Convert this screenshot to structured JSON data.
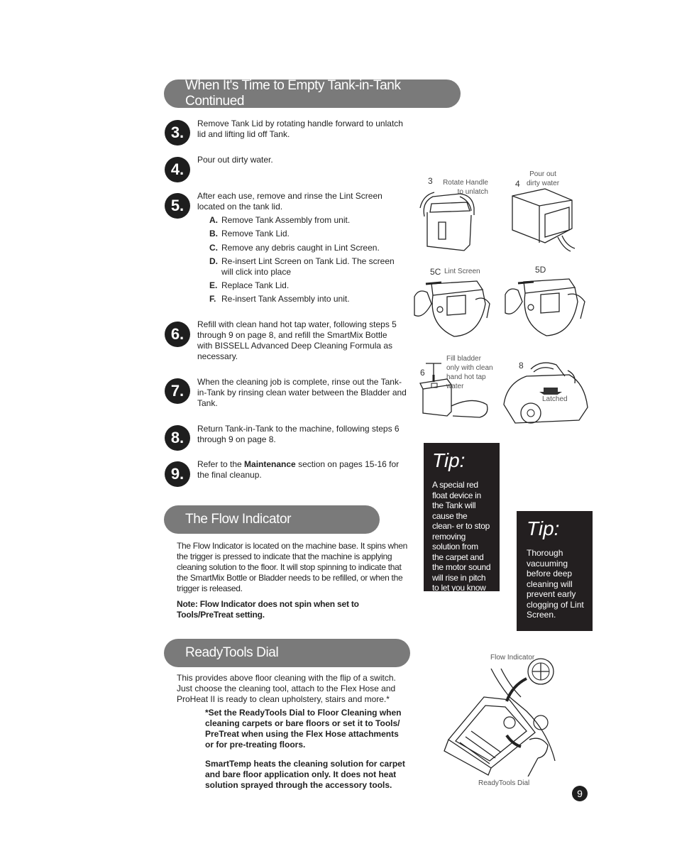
{
  "section1": {
    "title": "When It's Time to Empty Tank-in-Tank Continued",
    "steps": [
      {
        "num": "3.",
        "text": "Remove Tank Lid by rotating handle forward to unlatch lid and lifting lid off Tank."
      },
      {
        "num": "4.",
        "text": "Pour out dirty water."
      },
      {
        "num": "5.",
        "text": "After each use, remove and rinse the Lint Screen located on the tank lid."
      },
      {
        "num": "6.",
        "text": "Refill with clean hand hot tap water, following steps 5 through 9 on page 8, and refill the SmartMix Bottle with BISSELL Advanced Deep Cleaning Formula as necessary."
      },
      {
        "num": "7.",
        "text": "When the cleaning job is complete, rinse out the Tank-in-Tank by rinsing clean water between the Bladder and Tank."
      },
      {
        "num": "8.",
        "text": "Return Tank-in-Tank to the machine, following steps 6 through 9 on page 8."
      },
      {
        "num": "9.",
        "text_before": "Refer to the ",
        "text_bold": "Maintenance",
        "text_after": " section on pages 15-16 for the final cleanup."
      }
    ],
    "substeps": [
      {
        "letter": "A.",
        "text": "Remove Tank Assembly from unit."
      },
      {
        "letter": "B.",
        "text": "Remove Tank Lid."
      },
      {
        "letter": "C.",
        "text": "Remove any debris caught in Lint Screen."
      },
      {
        "letter": "D.",
        "text": "Re-insert Lint Screen on Tank Lid. The screen will click into place"
      },
      {
        "letter": "E.",
        "text": "Replace Tank Lid."
      },
      {
        "letter": "F.",
        "text": "Re-insert Tank Assembly into unit."
      }
    ]
  },
  "section2": {
    "title": "The Flow Indicator",
    "body": "The Flow Indicator is located on the machine base. It spins when the trigger is pressed to indicate that the machine is applying cleaning solution to the floor. It will stop spinning to indicate that the SmartMix Bottle or Bladder needs to be refilled, or when the trigger is released.",
    "note": "Note: Flow Indicator does not spin when set to Tools/PreTreat setting."
  },
  "section3": {
    "title": "ReadyTools Dial",
    "body": "This provides above floor cleaning with the flip of a switch. Just choose the cleaning tool, attach to the Flex Hose and ProHeat II is ready to clean upholstery, stairs and more.*",
    "bold1": "*Set the ReadyTools Dial to Floor Cleaning when cleaning carpets or bare floors or set it to Tools/ PreTreat when using the Flex Hose attachments or for pre-treating floors.",
    "bold2": "SmartTemp heats the cleaning solution for carpet and bare floor application only. It does not heat solution sprayed through the accessory tools."
  },
  "tips": [
    {
      "title": "Tip:",
      "text": "A special red float device in the Tank will cause the clean- er to stop removing solution from the carpet and the motor sound will rise in pitch to let you know the dirty water tank is full."
    },
    {
      "title": "Tip:",
      "text": "Thorough vacuuming before deep cleaning will prevent early clogging of Lint Screen."
    }
  ],
  "figures": {
    "fig3": {
      "num": "3",
      "caption": "Rotate Handle to unlatch"
    },
    "fig4": {
      "num": "4",
      "caption": "Pour out dirty water"
    },
    "fig5c": {
      "num": "5C",
      "caption": "Lint Screen"
    },
    "fig5d": {
      "num": "5D"
    },
    "fig6": {
      "num": "6",
      "caption": "Fill bladder only with clean hand hot tap water"
    },
    "fig8": {
      "num": "8",
      "caption": "Latched"
    },
    "flow": {
      "label_top": "Flow Indicator",
      "label_bottom": "ReadyTools Dial"
    }
  },
  "page_number": "9"
}
